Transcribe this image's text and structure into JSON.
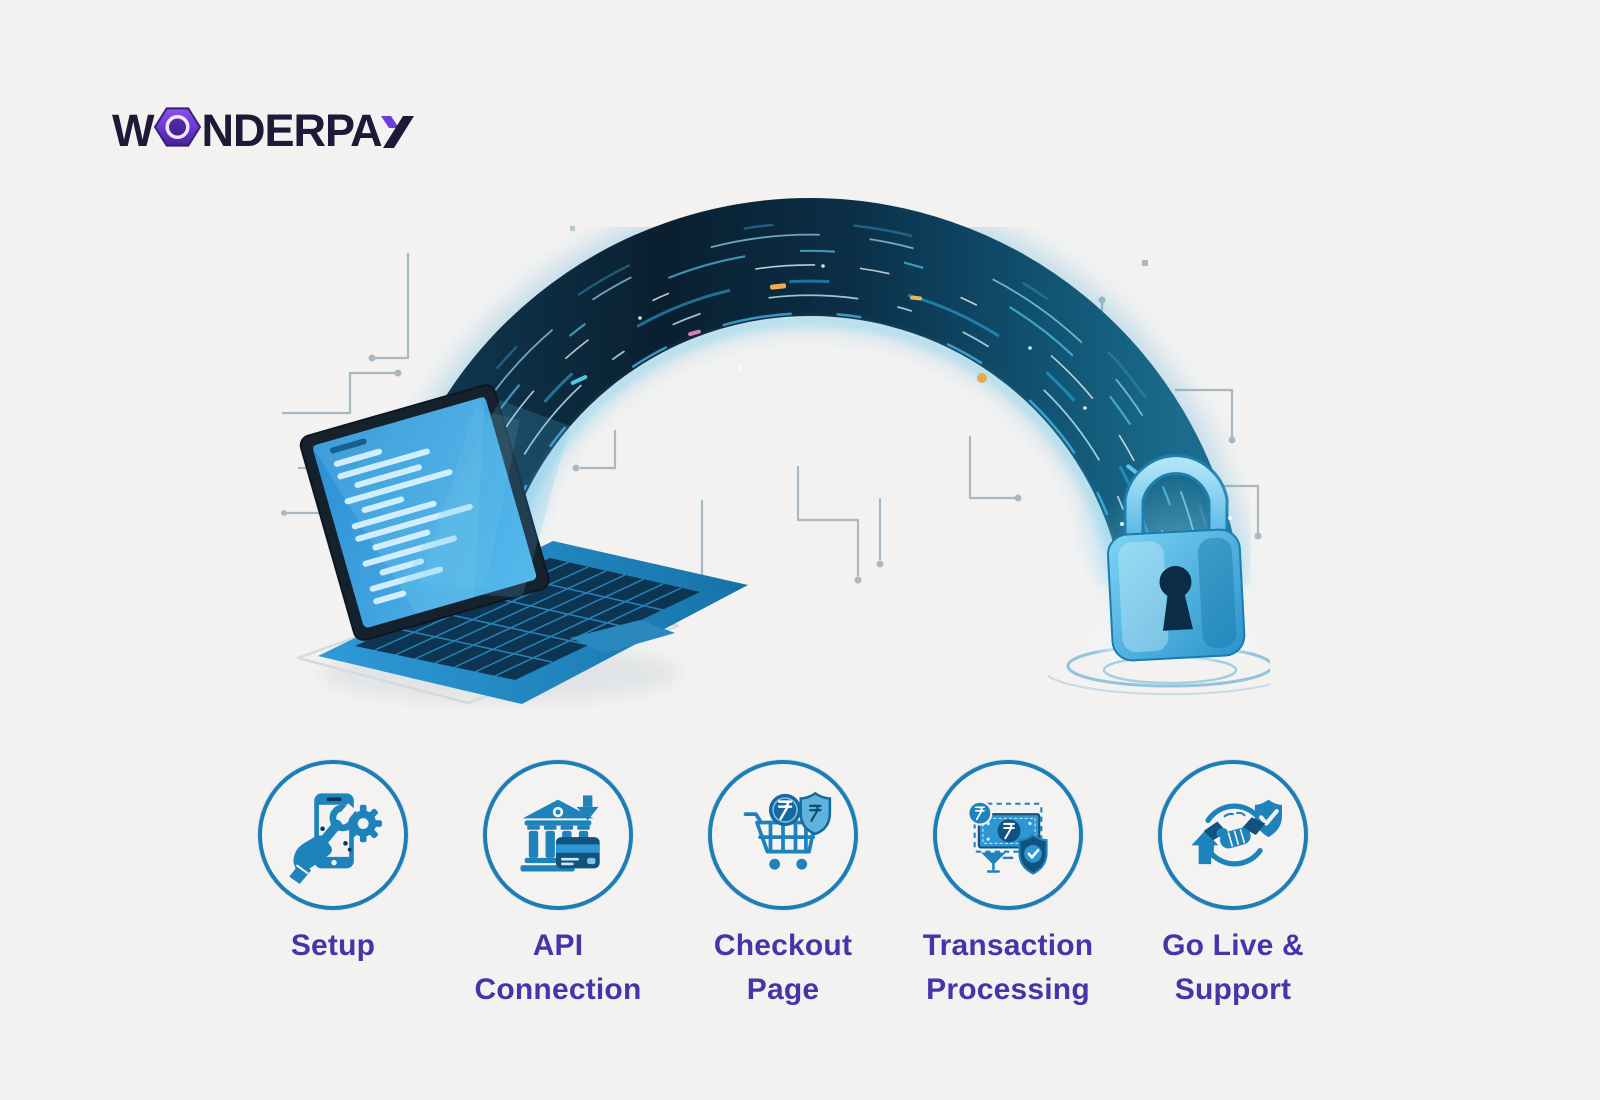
{
  "page": {
    "background_color": "#f3f2f1"
  },
  "logo": {
    "brand": "WONDERPAY",
    "part_w": "W",
    "part_nder": "NDER",
    "part_pa": "PA",
    "part_y": "Y",
    "navy_color": "#1d1936",
    "hexagon_purple": "#6a3fd8"
  },
  "illustration": {
    "alt": "Glowing data-stream arch flowing from an open laptop with code on screen to a secure padlock, surrounded by circuit traces"
  },
  "steps": [
    {
      "label": "Setup",
      "lines": [
        "Setup"
      ],
      "icon": "phone-setup-icon"
    },
    {
      "label": "API Connection",
      "lines": [
        "API",
        "Connection"
      ],
      "icon": "bank-api-icon"
    },
    {
      "label": "Checkout Page",
      "lines": [
        "Checkout",
        "Page"
      ],
      "icon": "cart-checkout-icon"
    },
    {
      "label": "Transaction Processing",
      "lines": [
        "Transaction",
        "Processing"
      ],
      "icon": "money-shield-icon"
    },
    {
      "label": "Go Live & Support",
      "lines": [
        "Go Live &",
        "Support"
      ],
      "icon": "handshake-support-icon"
    }
  ],
  "theme": {
    "step_label_color": "#4336a8",
    "circle_border_color": "#1d7eb5",
    "icon_blue": "#1e82bb",
    "icon_dark_blue": "#14517d",
    "arch_navy": "#0a2133",
    "lock_blue": "#59bde8"
  }
}
